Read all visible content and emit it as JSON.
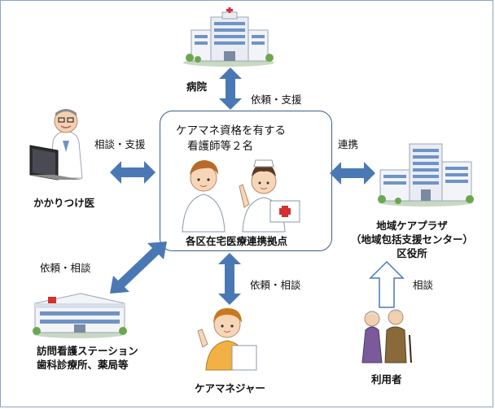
{
  "center": {
    "title_line1": "ケアマネ資格を有する",
    "title_line2": "看護師等２名",
    "name": "各区在宅医療連携拠点"
  },
  "nodes": {
    "hospital": "病院",
    "family_doctor": "かかりつけ医",
    "regional_care": {
      "line1": "地域ケアプラザ",
      "line2": "（地域包括支援センター）",
      "line3": "区役所"
    },
    "visiting_nursing": {
      "line1": "訪問看護ステーション",
      "line2": "歯科診療所、薬局等"
    },
    "care_manager": "ケアマネジャー",
    "user": "利用者"
  },
  "edges": {
    "hospital": "依頼・支援",
    "family_doctor": "相談・支援",
    "regional_care": "連携",
    "visiting_nursing": "依頼・相談",
    "care_manager": "依頼・相談",
    "user": "相談"
  },
  "colors": {
    "arrow": "#4a78b4",
    "box_border": "#3c5f8a"
  }
}
